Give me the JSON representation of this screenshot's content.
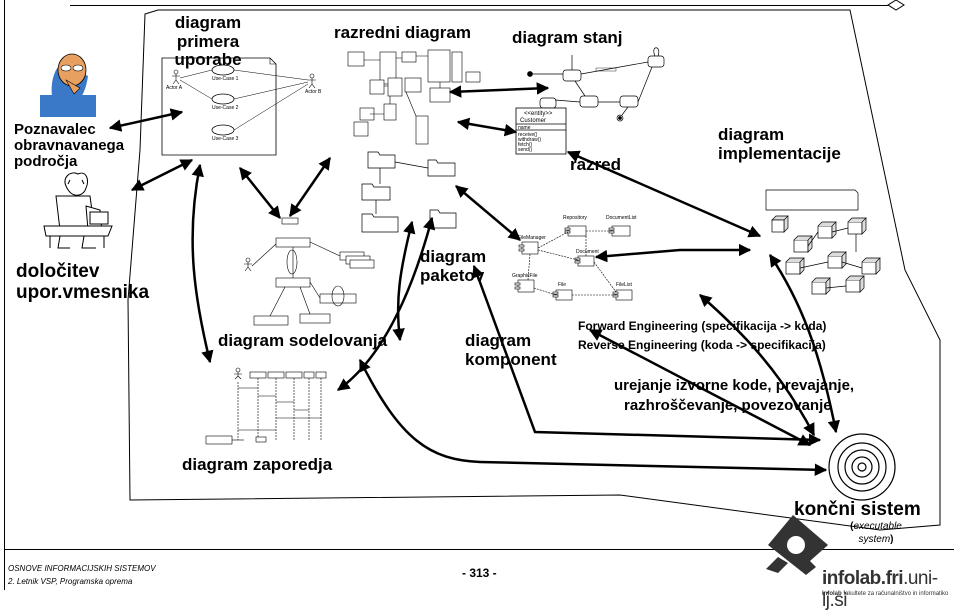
{
  "labels": {
    "use_case_diagram": "diagram primera uporabe",
    "class_diagram": "razredni diagram",
    "state_diagram": "diagram stanj",
    "class": "razred",
    "implementation_diagram": "diagram implementacije",
    "domain_expert": "Poznavalec obravnavanega področja",
    "ui_definition": "določitev upor.vmesnika",
    "package_diagram": "diagram paketov",
    "collaboration_diagram": "diagram sodelovanja",
    "component_diagram": "diagram komponent",
    "sequence_diagram": "diagram zaporedja",
    "forward_engineering": "Forward Engineering (specifikacija -> koda)",
    "reverse_engineering": "Reverse Engineering (koda -> specifikacija)",
    "code_editing": "urejanje izvorne kode, prevajanje,",
    "code_editing_2": "razhroščevanje, povezovanje",
    "final_system": "končni sistem",
    "executable_open": "(",
    "executable": "executable",
    "executable_2": "system",
    "executable_close": ")"
  },
  "use_case": {
    "actor_a": "Actor A",
    "actor_b": "Actor B",
    "uc1": "Use-Case 1",
    "uc2": "Use-Case 2",
    "uc3": "Use-Case 3"
  },
  "class_box": {
    "stereotype": "<<entity>>",
    "name": "Customer",
    "attr": "name",
    "op1": "receive()",
    "op2": "withdraw()",
    "op3": "fetch()",
    "op4": "send()"
  },
  "components": {
    "repository": "Repository",
    "document_list": "DocumentList",
    "file_manager": "FileManager",
    "document": "Document",
    "graphic_file": "GraphicFile",
    "file": "File",
    "file_list": "FileList"
  },
  "footer": {
    "course": "OSNOVE INFORMACIJSKIH SISTEMOV",
    "year": "2. Letnik VSP, Programska oprema",
    "page": "- 313 -",
    "brand_a": "infolab.",
    "brand_b": "fri",
    "brand_c": ".uni-lj.si",
    "brand_sub_bold": "Infolab",
    "brand_sub": " fakultete za računalništvo in informatiko"
  },
  "colors": {
    "ink": "#000000",
    "skin": "#e8a060",
    "shirt": "#3a78c8",
    "logo": "#333333"
  }
}
